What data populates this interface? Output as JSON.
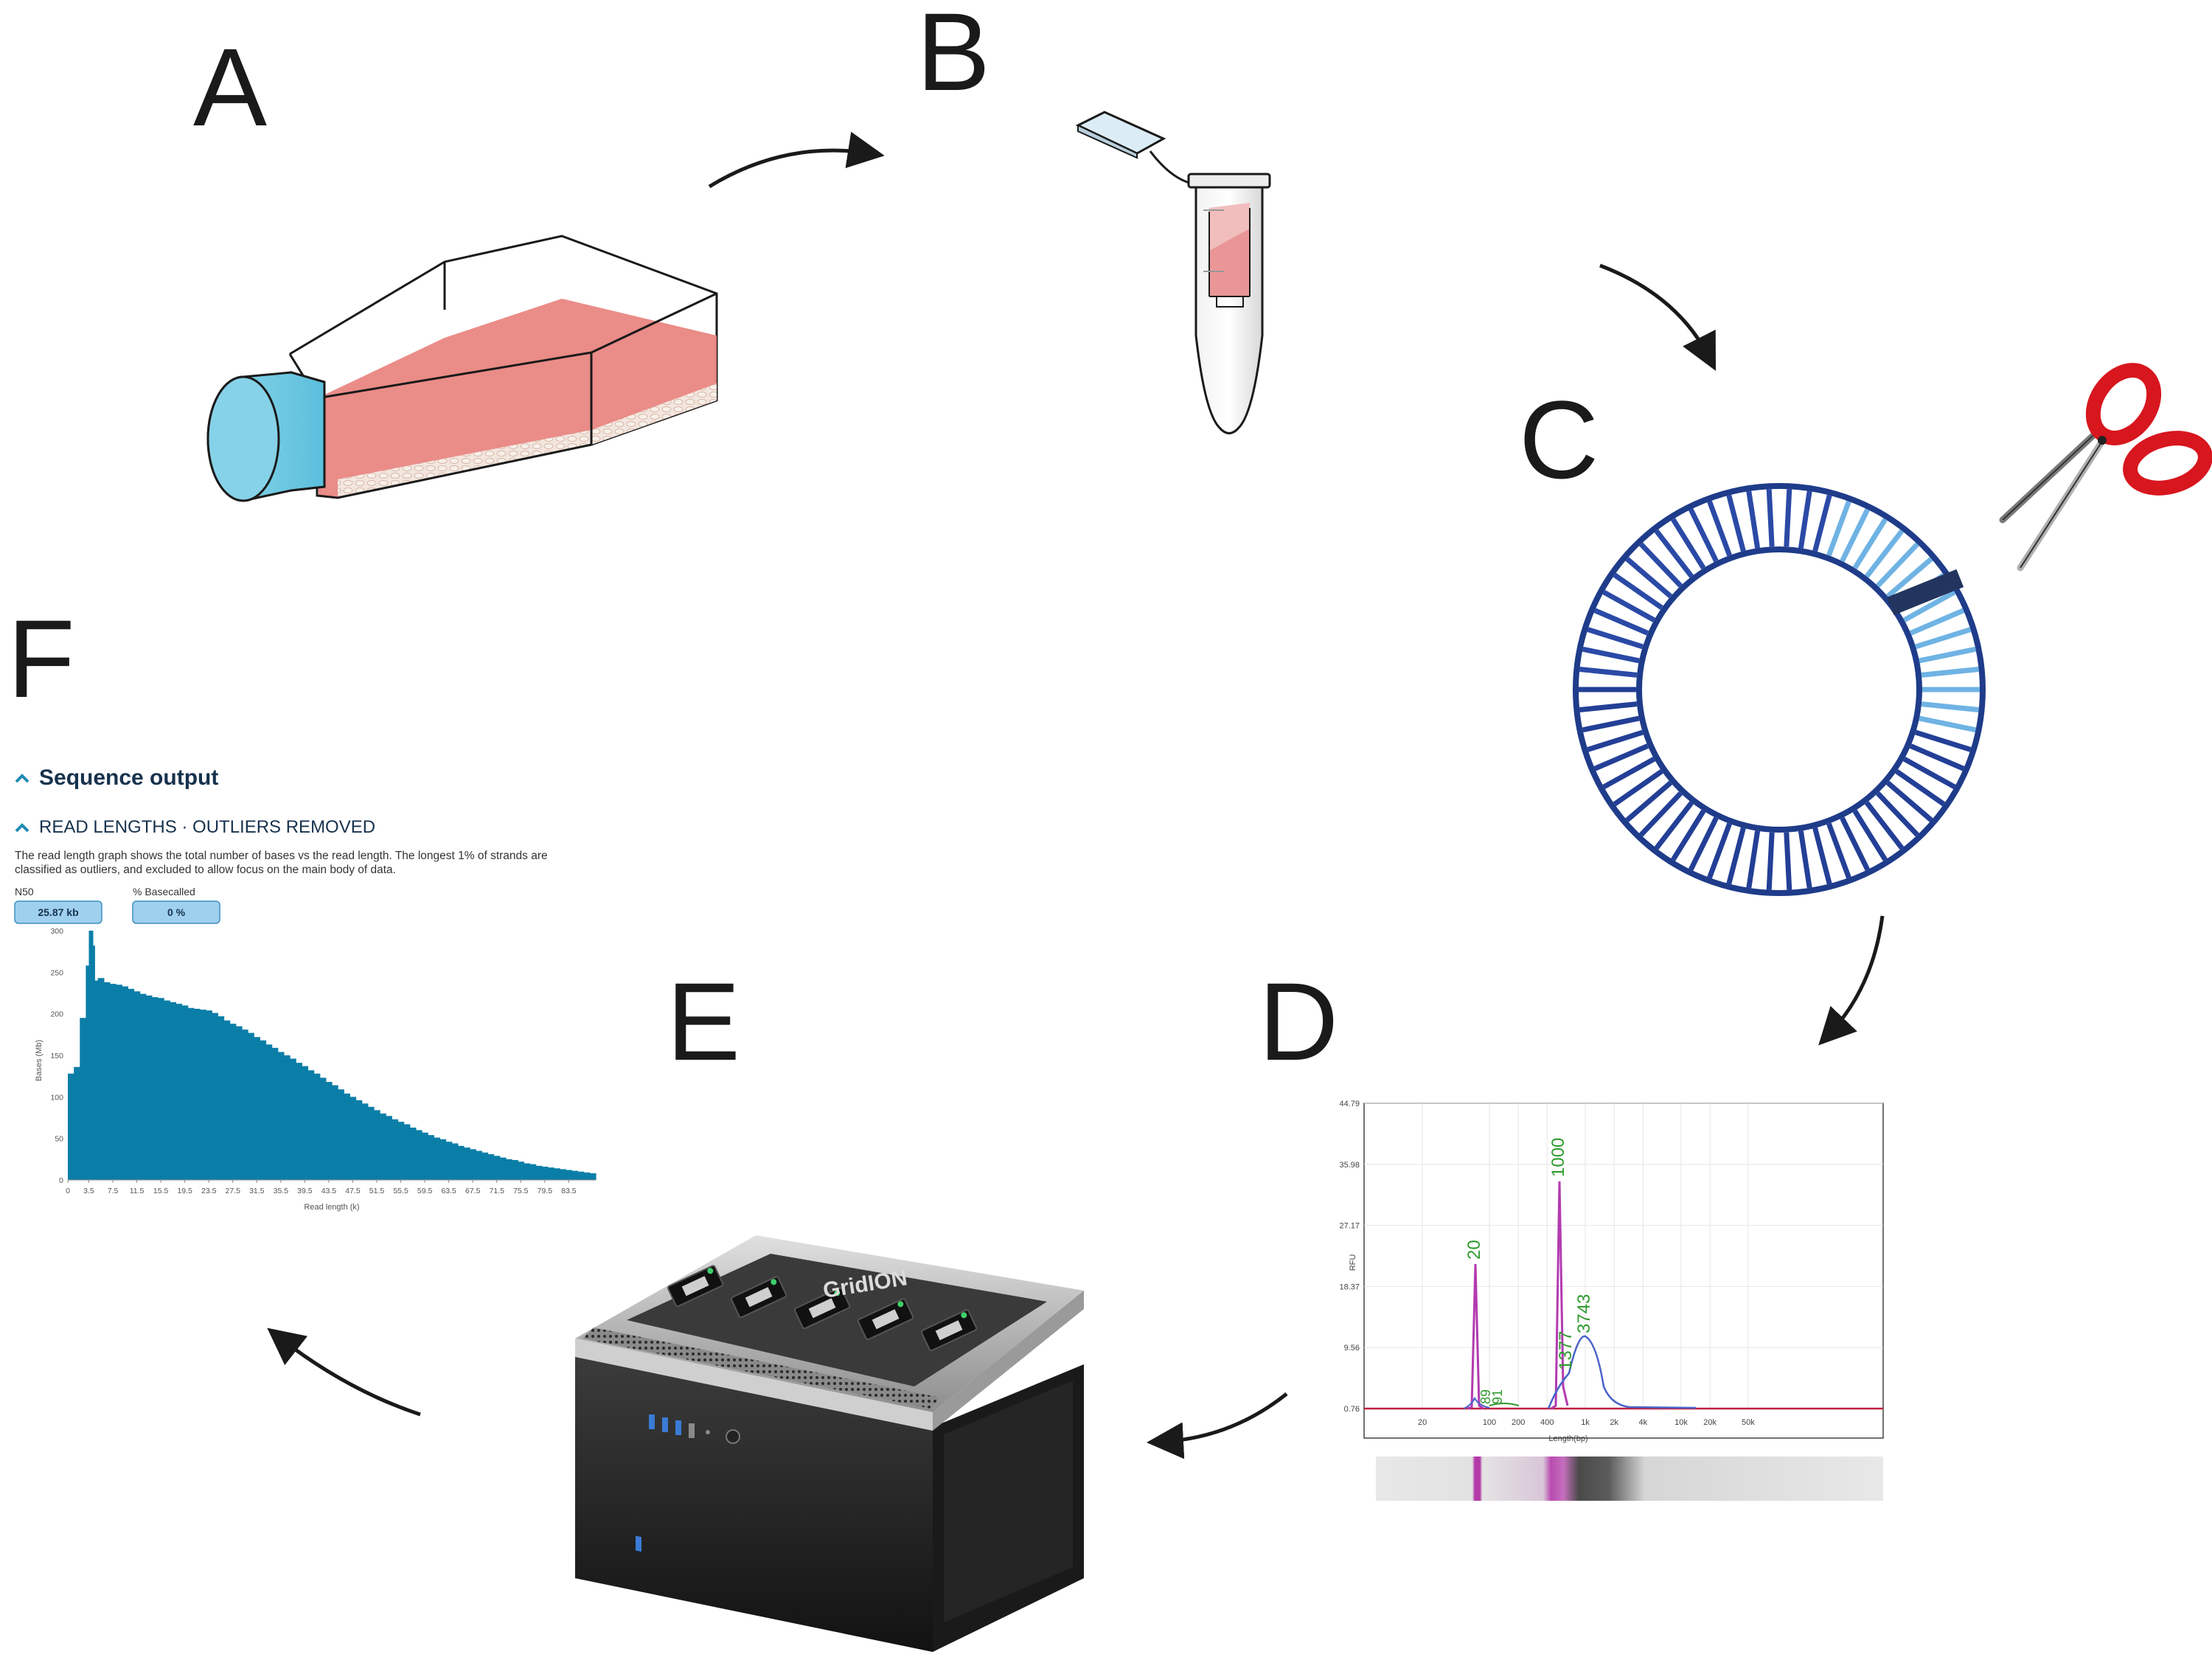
{
  "panels": {
    "a": "A",
    "b": "B",
    "c": "C",
    "d": "D",
    "e": "E",
    "f": "F"
  },
  "sequence_output": {
    "heading": "Sequence output",
    "section": "READ LENGTHS · OUTLIERS REMOVED",
    "description_line1": "The read length graph shows the total number of bases vs the read length. The longest 1% of strands are",
    "description_line2": "classified as outliers, and excluded to allow focus on the main body of data.",
    "n50_label": "N50",
    "n50_value": "25.87 kb",
    "basecalled_label": "% Basecalled",
    "basecalled_value": "0 %"
  },
  "device": {
    "brand": "GridION"
  },
  "chart_data": [
    {
      "type": "bar",
      "xlabel": "Read length (k)",
      "ylabel": "Bases (Mb)",
      "ylim": [
        0,
        300
      ],
      "yticks": [
        0,
        50,
        100,
        150,
        200,
        250,
        300
      ],
      "xticks": [
        "0",
        "3.5",
        "7.5",
        "11.5",
        "15.5",
        "19.5",
        "23.5",
        "27.5",
        "31.5",
        "35.5",
        "39.5",
        "43.5",
        "47.5",
        "51.5",
        "55.5",
        "59.5",
        "63.5",
        "67.5",
        "71.5",
        "75.5",
        "79.5",
        "83.5"
      ],
      "bin_width_kb": 1,
      "x_start_kb": 0,
      "values": [
        128,
        136,
        195,
        258,
        240,
        243,
        238,
        236,
        235,
        233,
        230,
        227,
        224,
        222,
        220,
        219,
        216,
        214,
        212,
        210,
        207,
        206,
        205,
        204,
        201,
        197,
        192,
        188,
        185,
        181,
        177,
        172,
        168,
        163,
        159,
        154,
        150,
        146,
        141,
        137,
        132,
        128,
        123,
        118,
        114,
        109,
        104,
        100,
        96,
        92,
        88,
        84,
        80,
        77,
        73,
        70,
        67,
        63,
        60,
        57,
        54,
        51,
        49,
        46,
        44,
        41,
        39,
        37,
        35,
        33,
        31,
        29,
        27,
        25,
        24,
        22,
        20,
        19,
        17,
        16,
        15,
        14,
        13,
        12,
        11,
        10,
        9,
        8
      ],
      "spikes": [
        {
          "x": 3.5,
          "y": 300
        },
        {
          "x": 3.8,
          "y": 282
        }
      ]
    },
    {
      "type": "line",
      "xlabel": "Length(bp)",
      "ylabel": "RFU",
      "yticks": [
        "0.76",
        "9.56",
        "18.37",
        "27.17",
        "35.98",
        "44.79"
      ],
      "xticks": [
        "20",
        "100",
        "200",
        "400",
        "1k",
        "2k",
        "4k",
        "10k",
        "20k",
        "50k"
      ],
      "x_scale": "log",
      "peak_labels": [
        "20",
        "1000",
        "1377",
        "3743",
        "89",
        "91"
      ]
    }
  ]
}
